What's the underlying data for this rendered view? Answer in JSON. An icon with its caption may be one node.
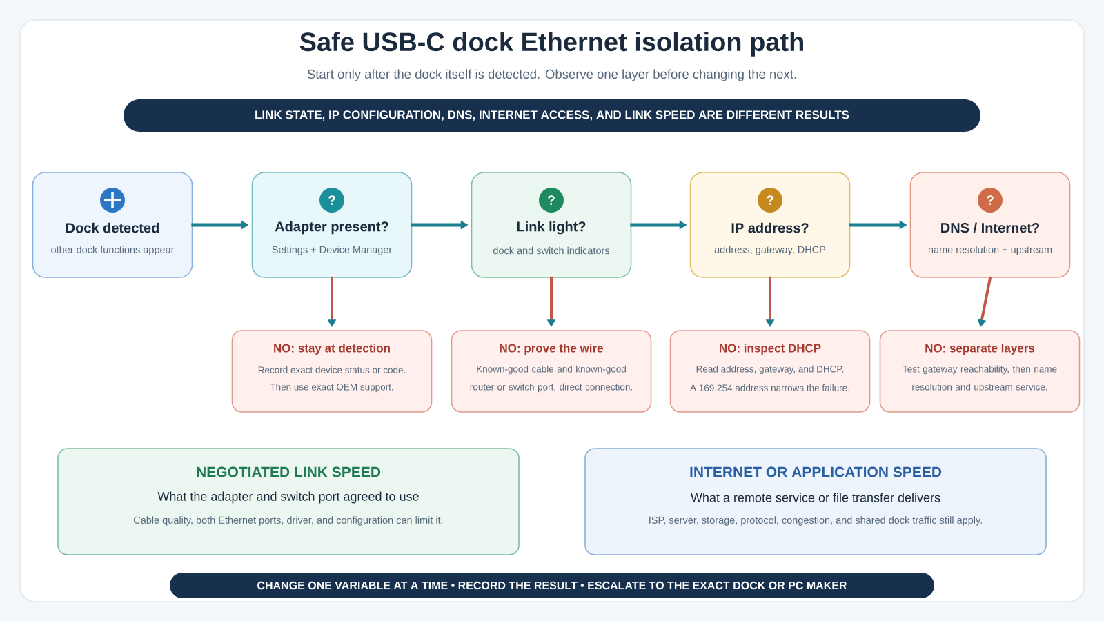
{
  "diagram": {
    "title": "Safe USB-C dock Ethernet isolation path",
    "nodes": [
      {
        "text": [
          "LINK STATE, IP CONFIGURATION, DNS, INTERNET ACCESS, AND LINK SPEED ARE DIFFERENT RESULTS"
        ]
      },
      {
        "text": [
          "Dock detected",
          "other dock functions appear"
        ]
      },
      {
        "text": [
          "?",
          "Adapter present?",
          "Settings + Device Manager"
        ]
      },
      {
        "text": [
          "?",
          "Link light?",
          "dock and switch indicators"
        ]
      },
      {
        "text": [
          "?",
          "IP address?",
          "address, gateway, DHCP"
        ]
      },
      {
        "text": [
          "?",
          "DNS / Internet?",
          "name resolution + upstream"
        ]
      },
      {
        "text": [
          "NO: stay at detection",
          "Record exact device status or code.",
          "Then use exact OEM support."
        ]
      },
      {
        "text": [
          "NO: prove the wire",
          "Known-good cable and known-good router or switch port, direct connection."
        ]
      },
      {
        "text": [
          "NO: inspect DHCP",
          "Read address, gateway, and DHCP.",
          "A 169.254 address narrows the failure."
        ]
      },
      {
        "text": [
          "NO: separate layers",
          "Test gateway reachability, then name resolution and upstream service."
        ]
      },
      {
        "text": [
          "NEGOTIATED LINK SPEED",
          "What the adapter and switch port agreed to use",
          "Cable quality, both Ethernet ports, driver, and configuration can limit it."
        ]
      },
      {
        "text": [
          "INTERNET OR APPLICATION SPEED",
          "What a remote service or file transfer delivers",
          "ISP, server, storage, protocol, congestion, and shared dock traffic still apply."
        ]
      },
      {
        "text": [
          "CHANGE ONE VARIABLE AT A TIME • RECORD THE RESULT • ESCALATE TO THE EXACT DOCK OR PC MAKER"
        ]
      }
    ],
    "edges": [
      {
        "from": 1,
        "to": 2,
        "arrow": "to",
        "color": "#1a7f8e"
      },
      {
        "from": 2,
        "to": 3,
        "arrow": "to",
        "color": "#1a7f8e"
      },
      {
        "from": 3,
        "to": 4,
        "arrow": "to",
        "color": "#1a7f8e"
      },
      {
        "from": 4,
        "to": 5,
        "arrow": "to",
        "color": "#1a7f8e"
      },
      {
        "from": 2,
        "to": 6,
        "arrow": "to",
        "color": "#c0574b"
      },
      {
        "from": 3,
        "to": 7,
        "arrow": "to",
        "color": "#c0574b"
      },
      {
        "from": 4,
        "to": 8,
        "arrow": "to",
        "color": "#c0574b"
      },
      {
        "from": 5,
        "to": 9,
        "arrow": "to",
        "color": "#c0574b"
      }
    ],
    "labels": [
      "Start only after the dock itself is detected. Observe one layer before changing the next."
    ]
  }
}
